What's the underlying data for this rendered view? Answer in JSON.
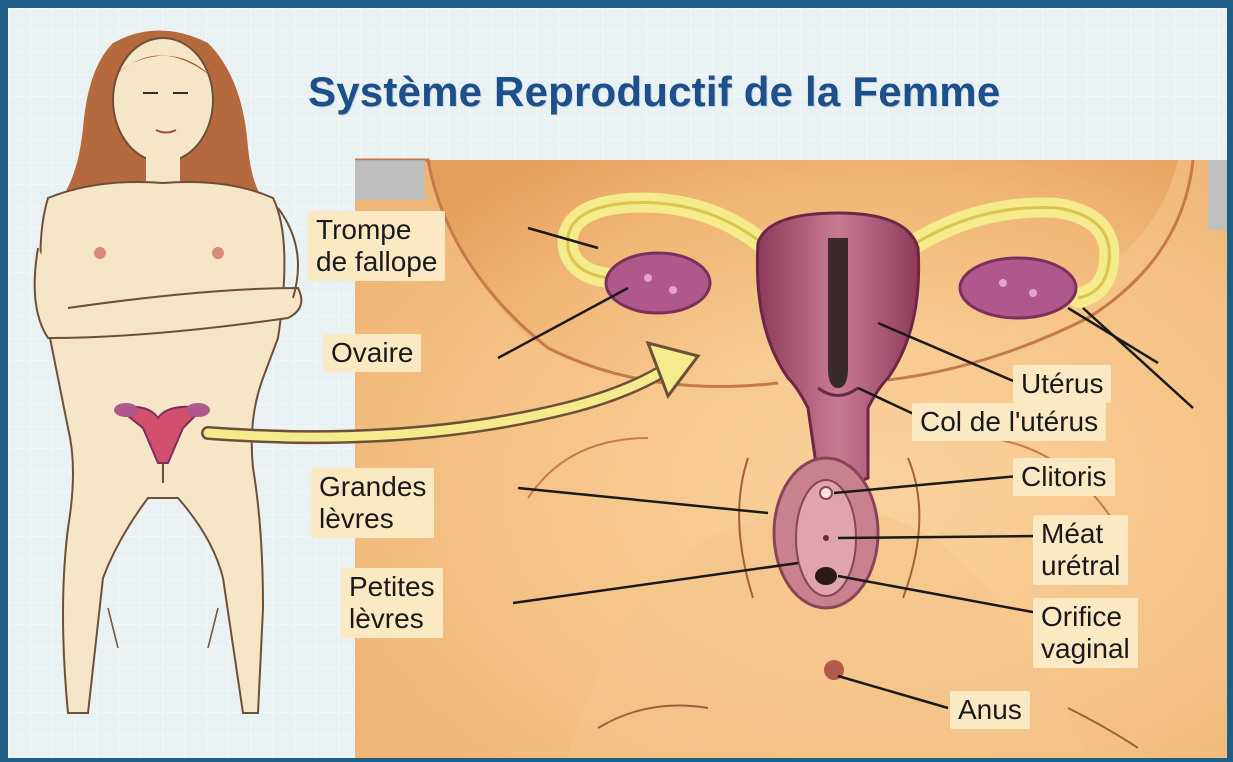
{
  "title": "Système Reproductif de la Femme",
  "labels": {
    "trompe": "Trompe\nde fallope",
    "ovaire": "Ovaire",
    "uterus": "Utérus",
    "col": "Col de l'utérus",
    "clitoris": "Clitoris",
    "grandes": "Grandes\nlèvres",
    "meat": "Méat\nurétral",
    "petites": "Petites\nlèvres",
    "orifice": "Orifice\nvaginal",
    "anus": "Anus"
  },
  "colors": {
    "title": "#1d4f8a",
    "label_bg": "#fbe9c4",
    "skin": "#f6e6c8",
    "organ": "#b35a78",
    "panel": "#f2b878"
  }
}
